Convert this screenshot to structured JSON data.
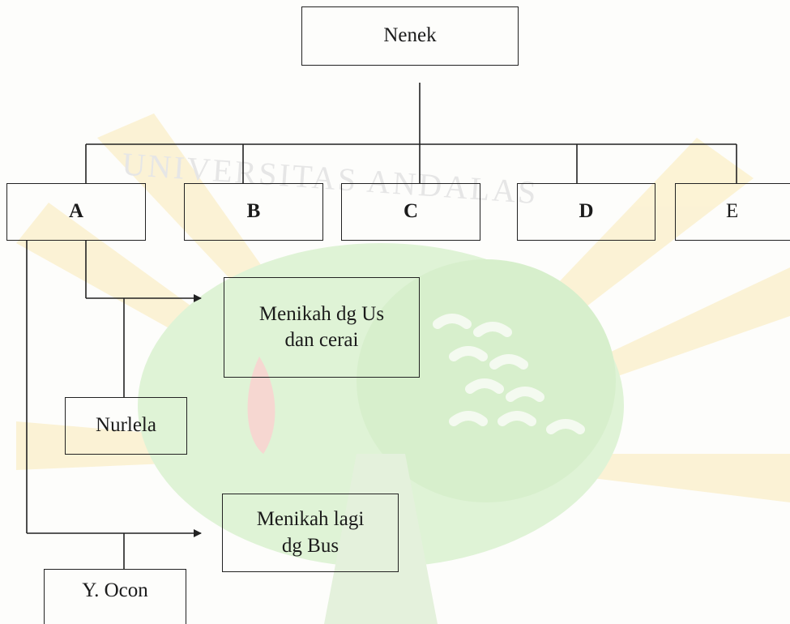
{
  "watermark": {
    "text": "UNIVERSITAS ANDALAS"
  },
  "nodes": {
    "nenek": "Nenek",
    "a": "A",
    "b": "B",
    "c": "C",
    "d": "D",
    "e": "E",
    "marriage_1_line1": "Menikah dg Us",
    "marriage_1_line2": "dan cerai",
    "child_1": "Nurlela",
    "marriage_2_line1": "Menikah lagi",
    "marriage_2_line2": "dg Bus",
    "child_2": "Y. Ocon"
  },
  "colors": {
    "line": "#222222",
    "watermark_green": "#dff3d6",
    "watermark_yellow": "#fbf0cc",
    "watermark_red": "#f8e0dc"
  }
}
